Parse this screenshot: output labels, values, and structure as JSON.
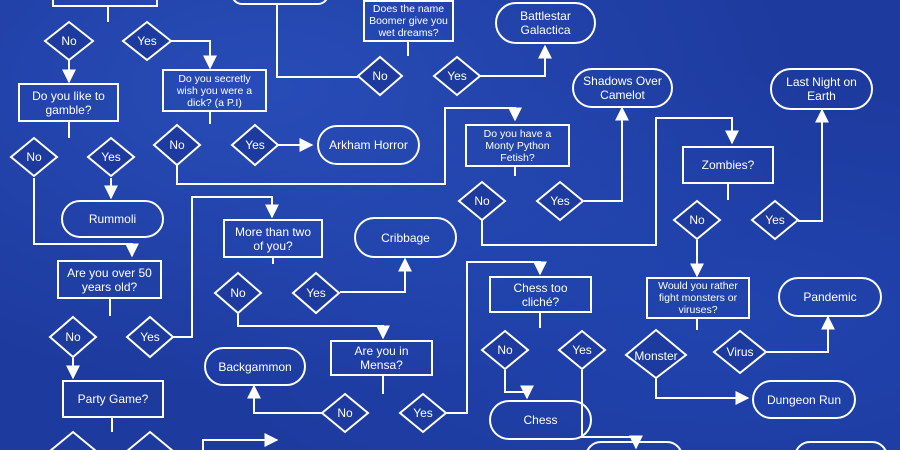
{
  "nodes": {
    "q_boomer": "Does the name Boomer give you wet dreams?",
    "q_gamble": "Do you like to gamble?",
    "q_pi": "Do you secretly wish you were a dick? (a P.I)",
    "q_monty": "Do you have a Monty Python Fetish?",
    "q_zombies": "Zombies?",
    "q_more_two": "More than two of you?",
    "q_over50": "Are you over 50 years old?",
    "q_chess_cliche": "Chess too cliché?",
    "q_monsters_viruses": "Would you rather fight monsters or viruses?",
    "q_mensa": "Are you in Mensa?",
    "q_party": "Party Game?"
  },
  "outcomes": {
    "battlestar": "Battlestar Galactica",
    "shadows": "Shadows Over Camelot",
    "last_night": "Last Night on Earth",
    "arkham": "Arkham Horror",
    "rummoli": "Rummoli",
    "cribbage": "Cribbage",
    "pandemic": "Pandemic",
    "backgammon": "Backgammon",
    "chess": "Chess",
    "dungeon_run": "Dungeon Run"
  },
  "answers": {
    "no": "No",
    "yes": "Yes",
    "monster": "Monster",
    "virus": "Virus"
  },
  "colors": {
    "background": "#1d3a9e",
    "line": "#ffffff"
  }
}
